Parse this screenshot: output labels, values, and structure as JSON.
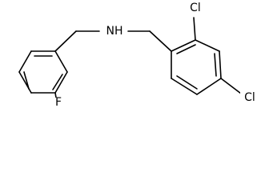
{
  "atoms": {
    "nitrogen": "NH",
    "fluorine": "F",
    "chlorine_2": "Cl",
    "chlorine_4": "Cl"
  },
  "colors": {
    "bond": "#000000",
    "label": "#000000",
    "background": "#ffffff"
  }
}
